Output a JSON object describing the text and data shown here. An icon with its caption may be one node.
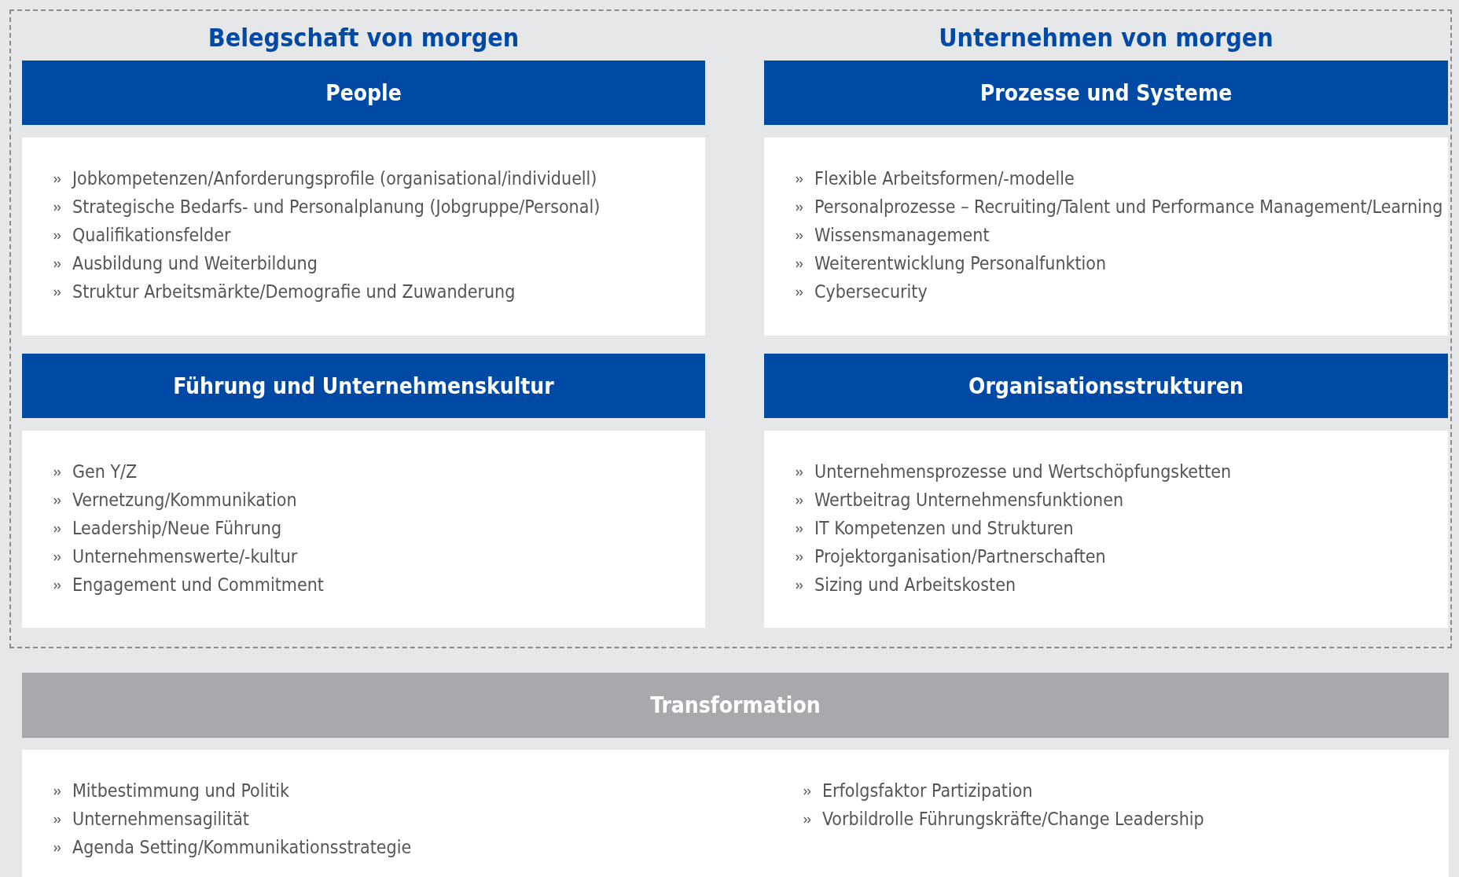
{
  "diagram": {
    "nodes": [
      {
        "text": [],
        "shape": "box"
      },
      {
        "text": [
          "People"
        ],
        "in": 0
      },
      {
        "text": [
          "Jobkompetenzen/Anforderungsprofile (organisational/individuell)",
          "Strategische Bedarfs- und Personalplanung (Jobgruppe/Personal)",
          "Qualifikationsfelder",
          "Ausbildung und Weiterbildung",
          "Struktur Arbeitsmärkte/Demografie und Zuwanderung"
        ],
        "in": 0
      },
      {
        "text": [
          "Prozesse und Systeme"
        ],
        "in": 0
      },
      {
        "text": [
          "Flexible Arbeitsformen/-modelle",
          "Personalprozesse – Recruiting/Talent und Performance Management/Learning",
          "Wissensmanagement",
          "Weiterentwicklung Personalfunktion",
          "Cybersecurity"
        ],
        "in": 0
      },
      {
        "text": [
          "Führung und Unternehmenskultur"
        ],
        "in": 0
      },
      {
        "text": [
          "Gen Y/Z",
          "Vernetzung/Kommunikation",
          "Leadership/Neue Führung",
          "Unternehmenswerte/-kultur",
          "Engagement und Commitment"
        ],
        "in": 0
      },
      {
        "text": [
          "Organisationsstrukturen"
        ],
        "in": 0
      },
      {
        "text": [
          "Unternehmensprozesse und Wertschöpfungsketten",
          "Wertbeitrag Unternehmensfunktionen",
          "IT Kompetenzen und Strukturen",
          "Projektorganisation/Partnerschaften",
          "Sizing und Arbeitskosten"
        ],
        "in": 0
      },
      {
        "text": [
          "Transformation"
        ]
      },
      {
        "text": [
          "Mitbestimmung und Politik",
          "Unternehmensagilität",
          "Agenda Setting/Kommunikationsstrategie",
          "Erfolgsfaktor Partizipation",
          "Vorbildrolle Führungskräfte/Change Leadership"
        ]
      }
    ],
    "labels": [
      "Belegschaft von morgen",
      "Unternehmen von morgen"
    ]
  }
}
